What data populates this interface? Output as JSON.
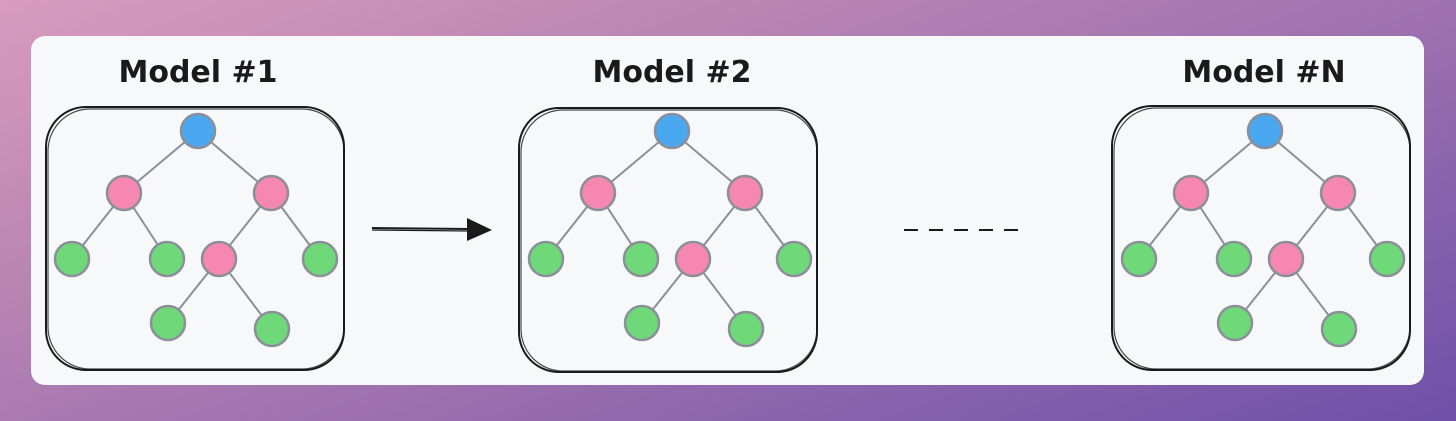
{
  "models": [
    {
      "title": "Model #1"
    },
    {
      "title": "Model #2"
    },
    {
      "title": "Model #N"
    }
  ],
  "colors": {
    "panel": "#f7f8fa",
    "root": "#4aa8f0",
    "internal": "#f587b0",
    "leaf": "#6fd97a",
    "node_stroke": "#8a8f99",
    "edge": "#8a8f99",
    "frame": "#1a1a1a"
  },
  "tree": {
    "nodes": [
      {
        "id": "n0",
        "kind": "root"
      },
      {
        "id": "n1",
        "kind": "internal"
      },
      {
        "id": "n2",
        "kind": "internal"
      },
      {
        "id": "n3",
        "kind": "leaf"
      },
      {
        "id": "n4",
        "kind": "leaf"
      },
      {
        "id": "n5",
        "kind": "internal"
      },
      {
        "id": "n6",
        "kind": "leaf"
      },
      {
        "id": "n7",
        "kind": "leaf"
      },
      {
        "id": "n8",
        "kind": "leaf"
      }
    ],
    "edges": [
      [
        "n0",
        "n1"
      ],
      [
        "n0",
        "n2"
      ],
      [
        "n1",
        "n3"
      ],
      [
        "n1",
        "n4"
      ],
      [
        "n2",
        "n5"
      ],
      [
        "n2",
        "n6"
      ],
      [
        "n5",
        "n7"
      ],
      [
        "n5",
        "n8"
      ]
    ]
  }
}
